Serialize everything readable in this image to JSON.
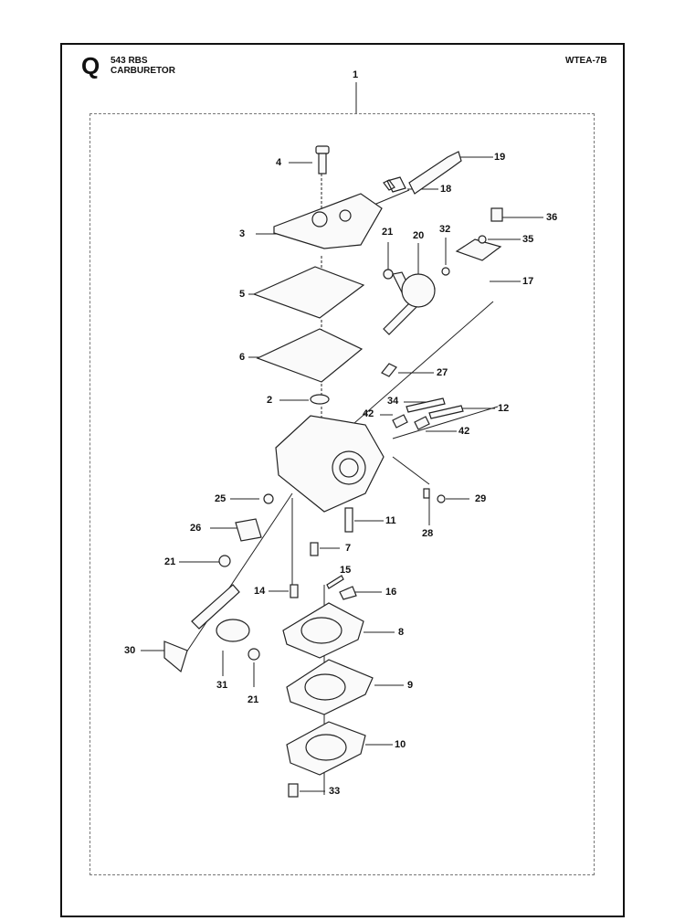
{
  "header": {
    "section_letter": "Q",
    "model": "543 RBS",
    "group": "CARBURETOR",
    "diagram_code": "WTEA-7B"
  },
  "callouts": {
    "p1": "1",
    "p2": "2",
    "p3": "3",
    "p4": "4",
    "p5": "5",
    "p6": "6",
    "p7": "7",
    "p8": "8",
    "p9": "9",
    "p10": "10",
    "p11": "11",
    "p12": "12",
    "p14": "14",
    "p15": "15",
    "p16": "16",
    "p17": "17",
    "p18": "18",
    "p19": "19",
    "p20": "20",
    "p21a": "21",
    "p21b": "21",
    "p21c": "21",
    "p25": "25",
    "p26": "26",
    "p27": "27",
    "p28": "28",
    "p29": "29",
    "p30": "30",
    "p31": "31",
    "p32": "32",
    "p33": "33",
    "p34": "34",
    "p35": "35",
    "p36": "36",
    "p42a": "42",
    "p42b": "42"
  }
}
